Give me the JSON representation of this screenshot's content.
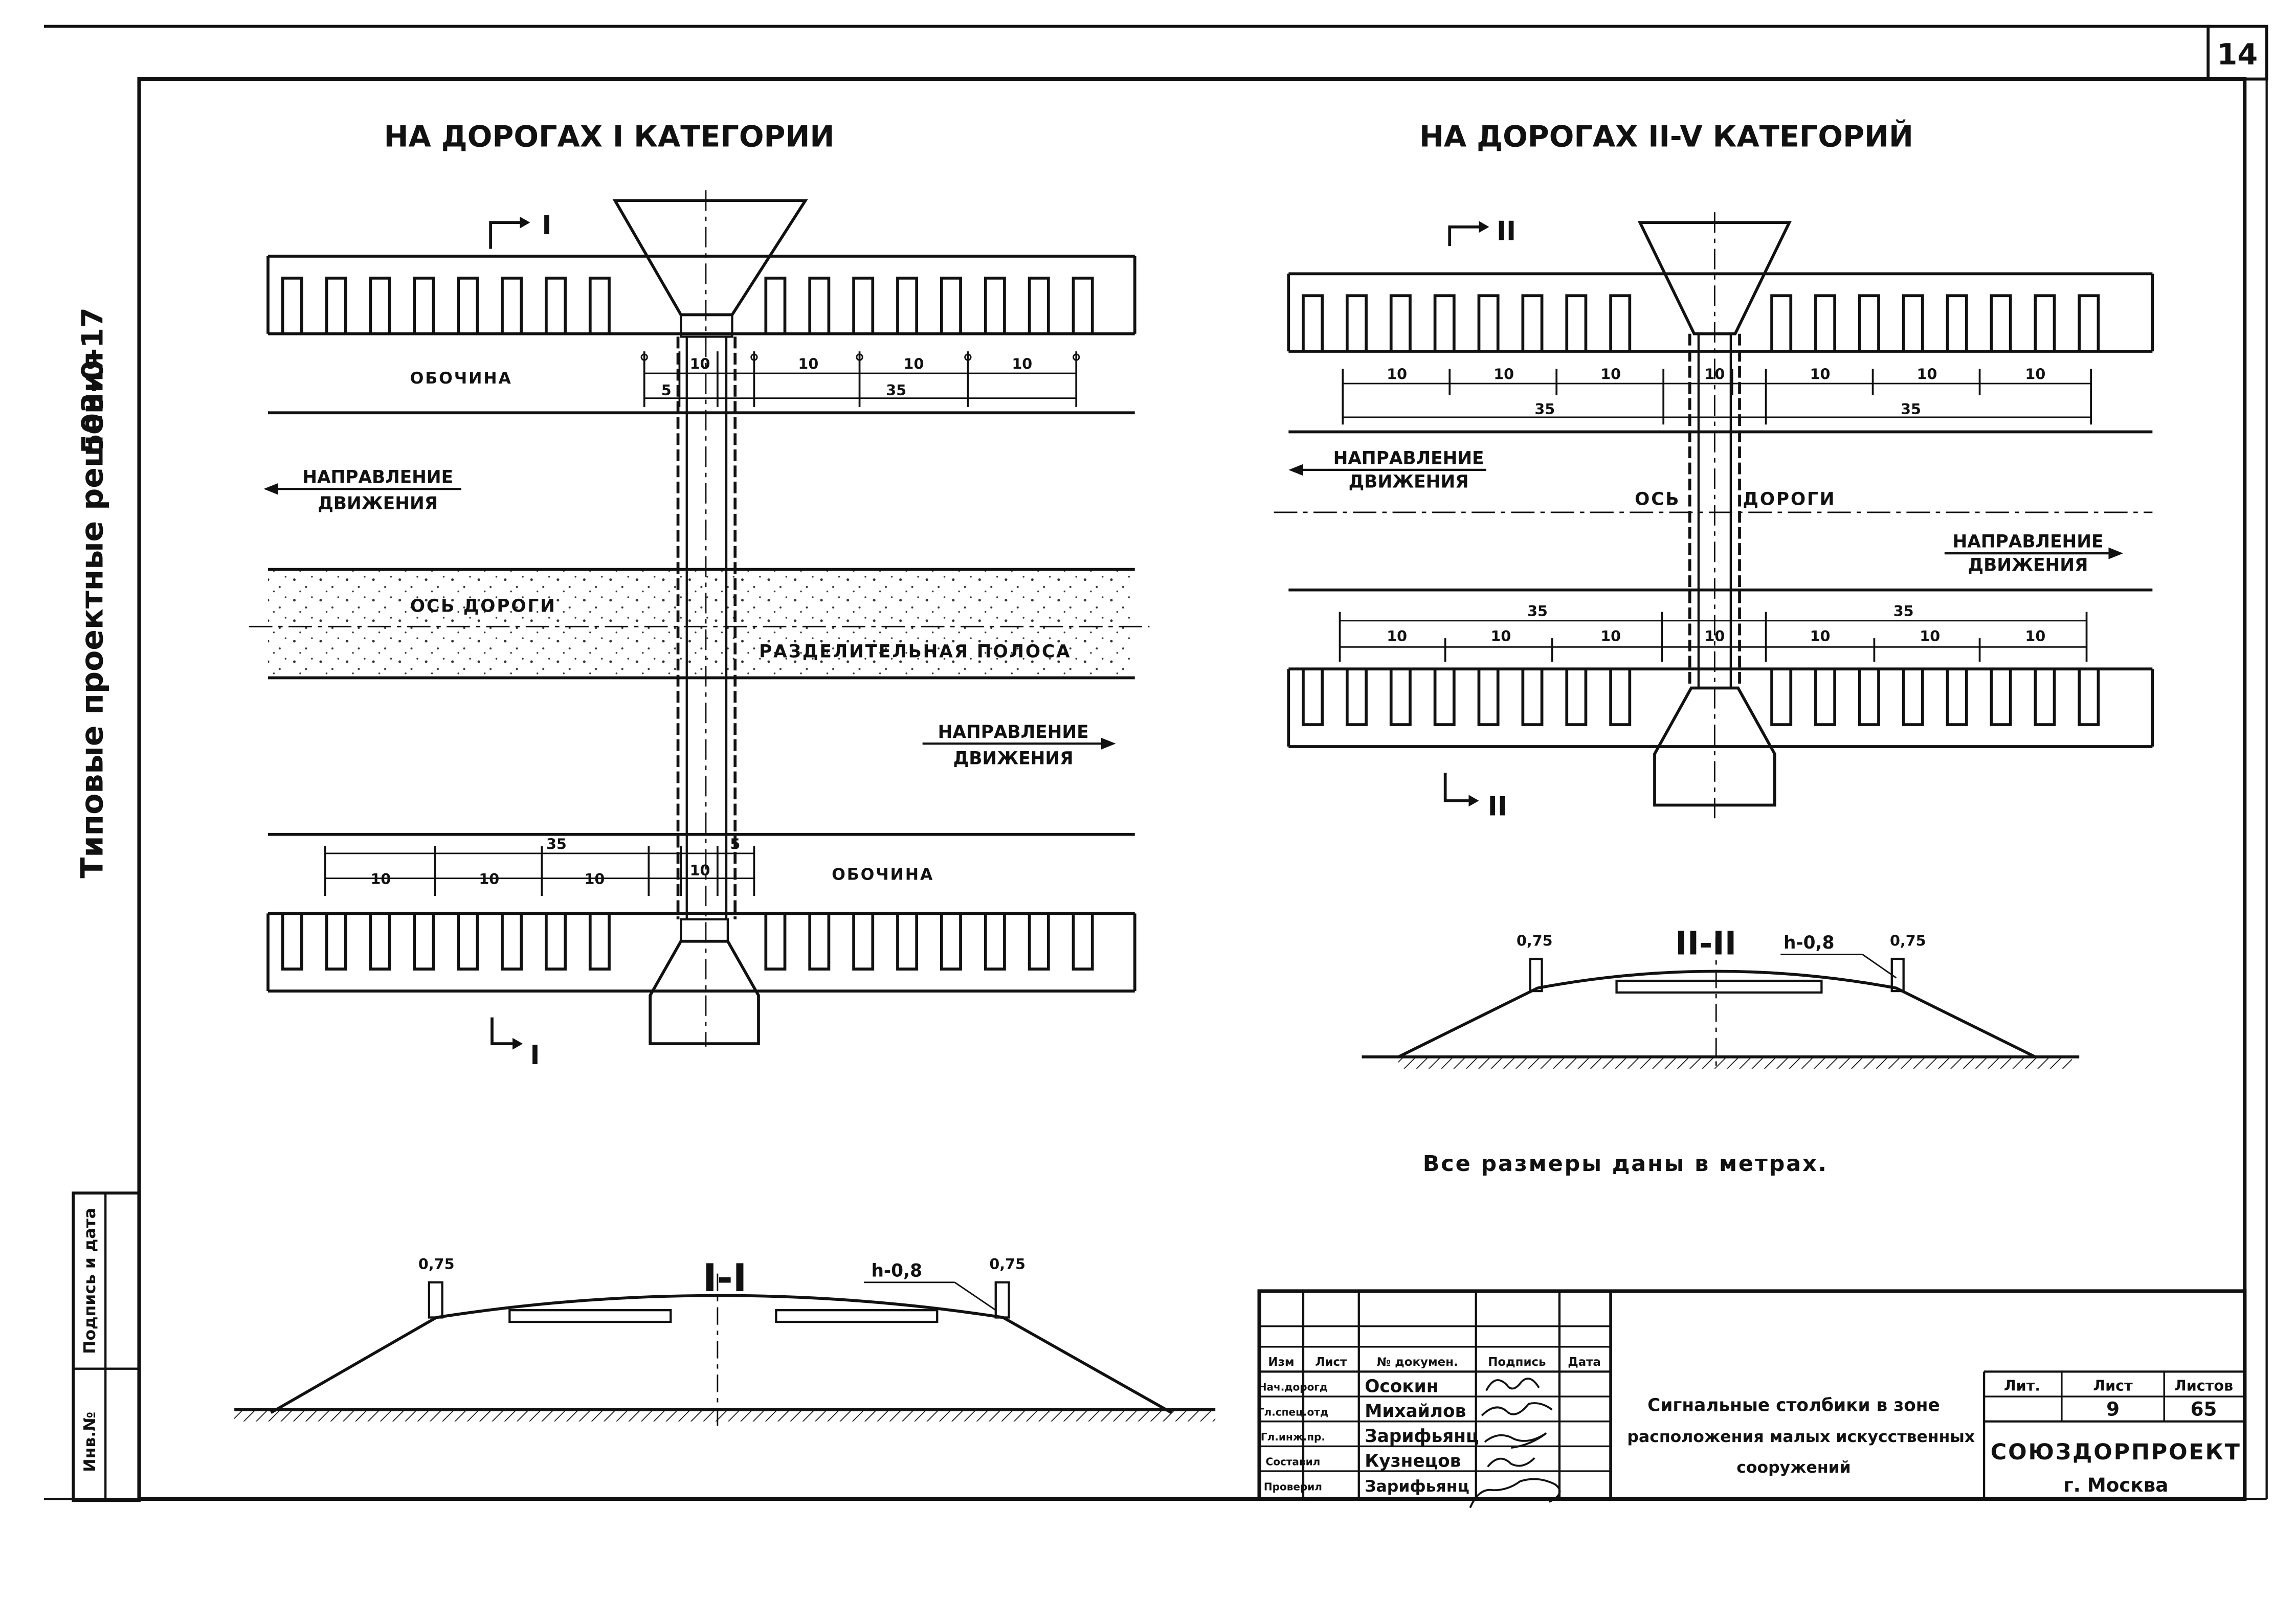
{
  "sheet": {
    "page_number": "14"
  },
  "side": {
    "series_title": "Типовые   проектные   решения",
    "series_code": "503-0-17",
    "stamp_signature": "Подпись и дата",
    "stamp_inventory": "Инв.№"
  },
  "plan1": {
    "title": "НА ДОРОГАХ I КАТЕГОРИИ",
    "section_mark": "I",
    "shoulder_label": "ОБОЧИНА",
    "direction_word1": "НАПРАВЛЕНИЕ",
    "direction_word2": "ДВИЖЕНИЯ",
    "road_axis": "ОСЬ ДОРОГИ",
    "median_label": "РАЗДЕЛИТЕЛЬНАЯ ПОЛОСА",
    "dims": {
      "d10": "10",
      "d5": "5",
      "d35": "35"
    }
  },
  "plan2": {
    "title": "НА ДОРОГАХ  II-V  КАТЕГОРИЙ",
    "section_mark": "II",
    "direction_word1": "НАПРАВЛЕНИЕ",
    "direction_word2": "ДВИЖЕНИЯ",
    "axis_word1": "ОСЬ",
    "axis_word2": "ДОРОГИ",
    "dims": {
      "d10": "10",
      "d35": "35"
    }
  },
  "section2": {
    "title": "II-II",
    "post_height": "0,75",
    "h_label": "h-0,8"
  },
  "section1": {
    "title": "I-I",
    "post_height": "0,75",
    "h_label": "h-0,8"
  },
  "notes": {
    "dimensions": "Все размеры даны в метрах."
  },
  "titleblock": {
    "headers": [
      "Изм",
      "Лист",
      "№ докумен.",
      "Подпись",
      "Дата"
    ],
    "rows": [
      {
        "role": "Нач.дорогд",
        "name": "Осокин"
      },
      {
        "role": "Гл.спец.отд",
        "name": "Михайлов"
      },
      {
        "role": "Гл.инж.пр.",
        "name": "Зарифьянц"
      },
      {
        "role": "Составил",
        "name": "Кузнецов"
      },
      {
        "role": "Проверил",
        "name": "Зарифьянц"
      }
    ],
    "drawing_title": [
      "Сигнальные столбики в зоне",
      "расположения малых искусственных",
      "сооружений"
    ],
    "stage_label": "Лит.",
    "sheet_label": "Лист",
    "sheets_label": "Листов",
    "sheet_value": "9",
    "sheets_value": "65",
    "organization": "СОЮЗДОРПРОЕКТ",
    "city": "г. Москва"
  }
}
